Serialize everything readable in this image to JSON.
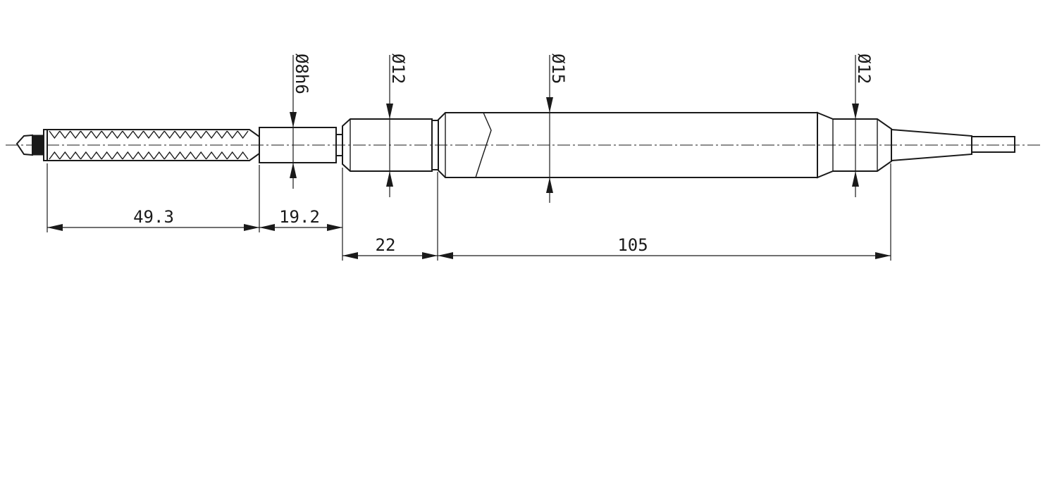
{
  "dimensions": {
    "len_bellows": "49.3",
    "len_shaft": "19.2",
    "len_collar": "22",
    "len_body": "105",
    "dia_shaft": "Ø8h6",
    "dia_collar": "Ø12",
    "dia_body": "Ø15",
    "dia_end": "Ø12"
  },
  "colors": {
    "line": "#1a1a1a",
    "background": "#ffffff"
  }
}
